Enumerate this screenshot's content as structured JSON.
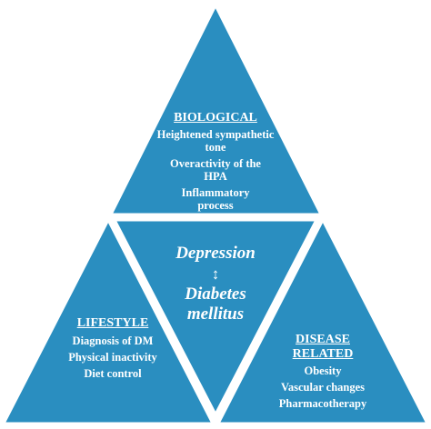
{
  "colors": {
    "fill": "#2a8ec0",
    "outline": "#ffffff",
    "text": "#ffffff"
  },
  "top": {
    "heading": "BIOLOGICAL",
    "items": [
      "Heightened sympathetic tone",
      "Overactivity of the HPA",
      "Inflammatory process"
    ]
  },
  "center": {
    "term_a": "Depression",
    "arrow": "↕",
    "term_b": "Diabetes mellitus"
  },
  "left": {
    "heading": "LIFESTYLE",
    "items": [
      "Diagnosis of DM",
      "Physical inactivity",
      "Diet control"
    ]
  },
  "right": {
    "heading_line1": "DISEASE",
    "heading_line2": "RELATED",
    "items": [
      "Obesity",
      "Vascular changes",
      "Pharmacotherapy"
    ]
  }
}
